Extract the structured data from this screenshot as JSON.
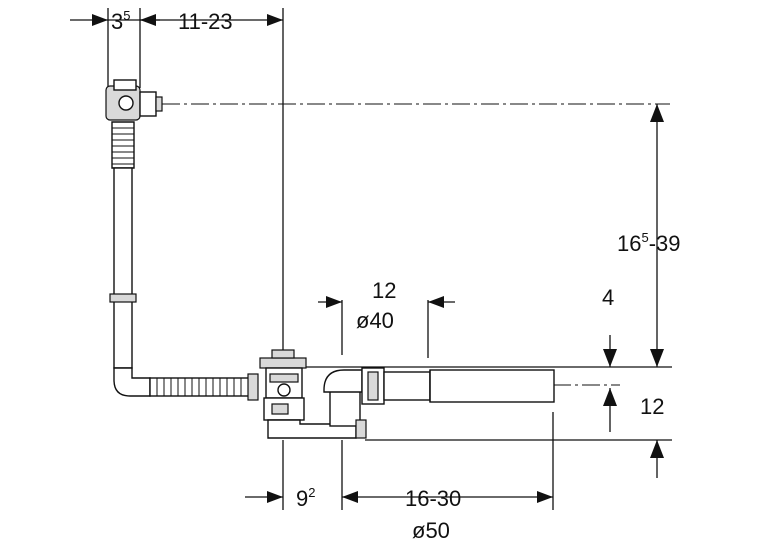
{
  "diagram": {
    "dimensions": {
      "top_offset": {
        "base": "3",
        "sup": "5"
      },
      "top_span": "11-23",
      "height_range": {
        "base": "16",
        "sup": "5",
        "rest": "-39"
      },
      "pipe_length": "12",
      "pipe_diameter": "ø40",
      "rim_offset": "4",
      "outlet_height": "12",
      "bottom_offset": {
        "base": "9",
        "sup": "2"
      },
      "outlet_span": "16-30",
      "outlet_diameter": "ø50"
    }
  }
}
